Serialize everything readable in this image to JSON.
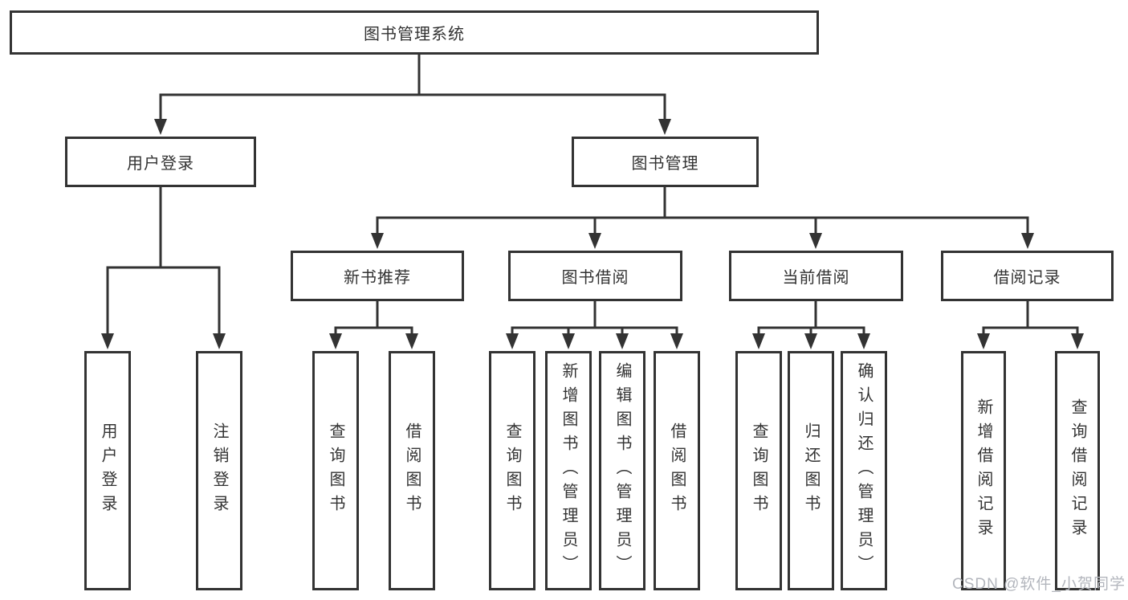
{
  "diagram": {
    "root": {
      "label": "图书管理系统"
    },
    "login_branch": {
      "label": "用户登录",
      "children": [
        {
          "label": "用户登录"
        },
        {
          "label": "注销登录"
        }
      ]
    },
    "mgmt_branch": {
      "label": "图书管理",
      "groups": [
        {
          "label": "新书推荐",
          "children": [
            {
              "label": "查询图书"
            },
            {
              "label": "借阅图书"
            }
          ]
        },
        {
          "label": "图书借阅",
          "children": [
            {
              "label": "查询图书"
            },
            {
              "label": "新增图书（管理员）"
            },
            {
              "label": "编辑图书（管理员）"
            },
            {
              "label": "借阅图书"
            }
          ]
        },
        {
          "label": "当前借阅",
          "children": [
            {
              "label": "查询图书"
            },
            {
              "label": "归还图书"
            },
            {
              "label": "确认归还（管理员）"
            }
          ]
        },
        {
          "label": "借阅记录",
          "children": [
            {
              "label": "新增借阅记录"
            },
            {
              "label": "查询借阅记录"
            }
          ]
        }
      ]
    }
  },
  "watermark": {
    "text": "CSDN @软件_小贺同学"
  },
  "colors": {
    "line": "#333333",
    "box_border": "#333333",
    "text": "#333333",
    "watermark": "#b3b6bd",
    "background": "#ffffff"
  }
}
